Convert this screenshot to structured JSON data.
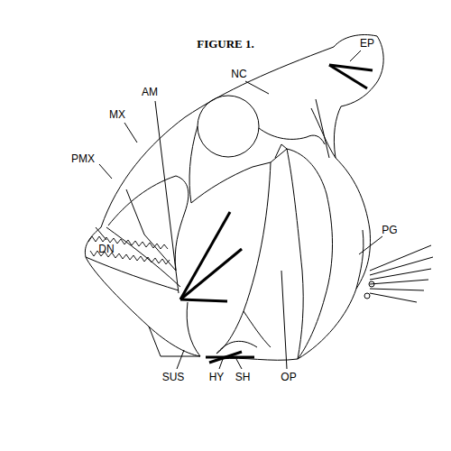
{
  "diagram": {
    "title": "FIGURE 1.",
    "labels": [
      "EP",
      "NC",
      "AM",
      "MX",
      "PMX",
      "PG",
      "DN",
      "SUS",
      "HY",
      "SH",
      "OP"
    ]
  }
}
